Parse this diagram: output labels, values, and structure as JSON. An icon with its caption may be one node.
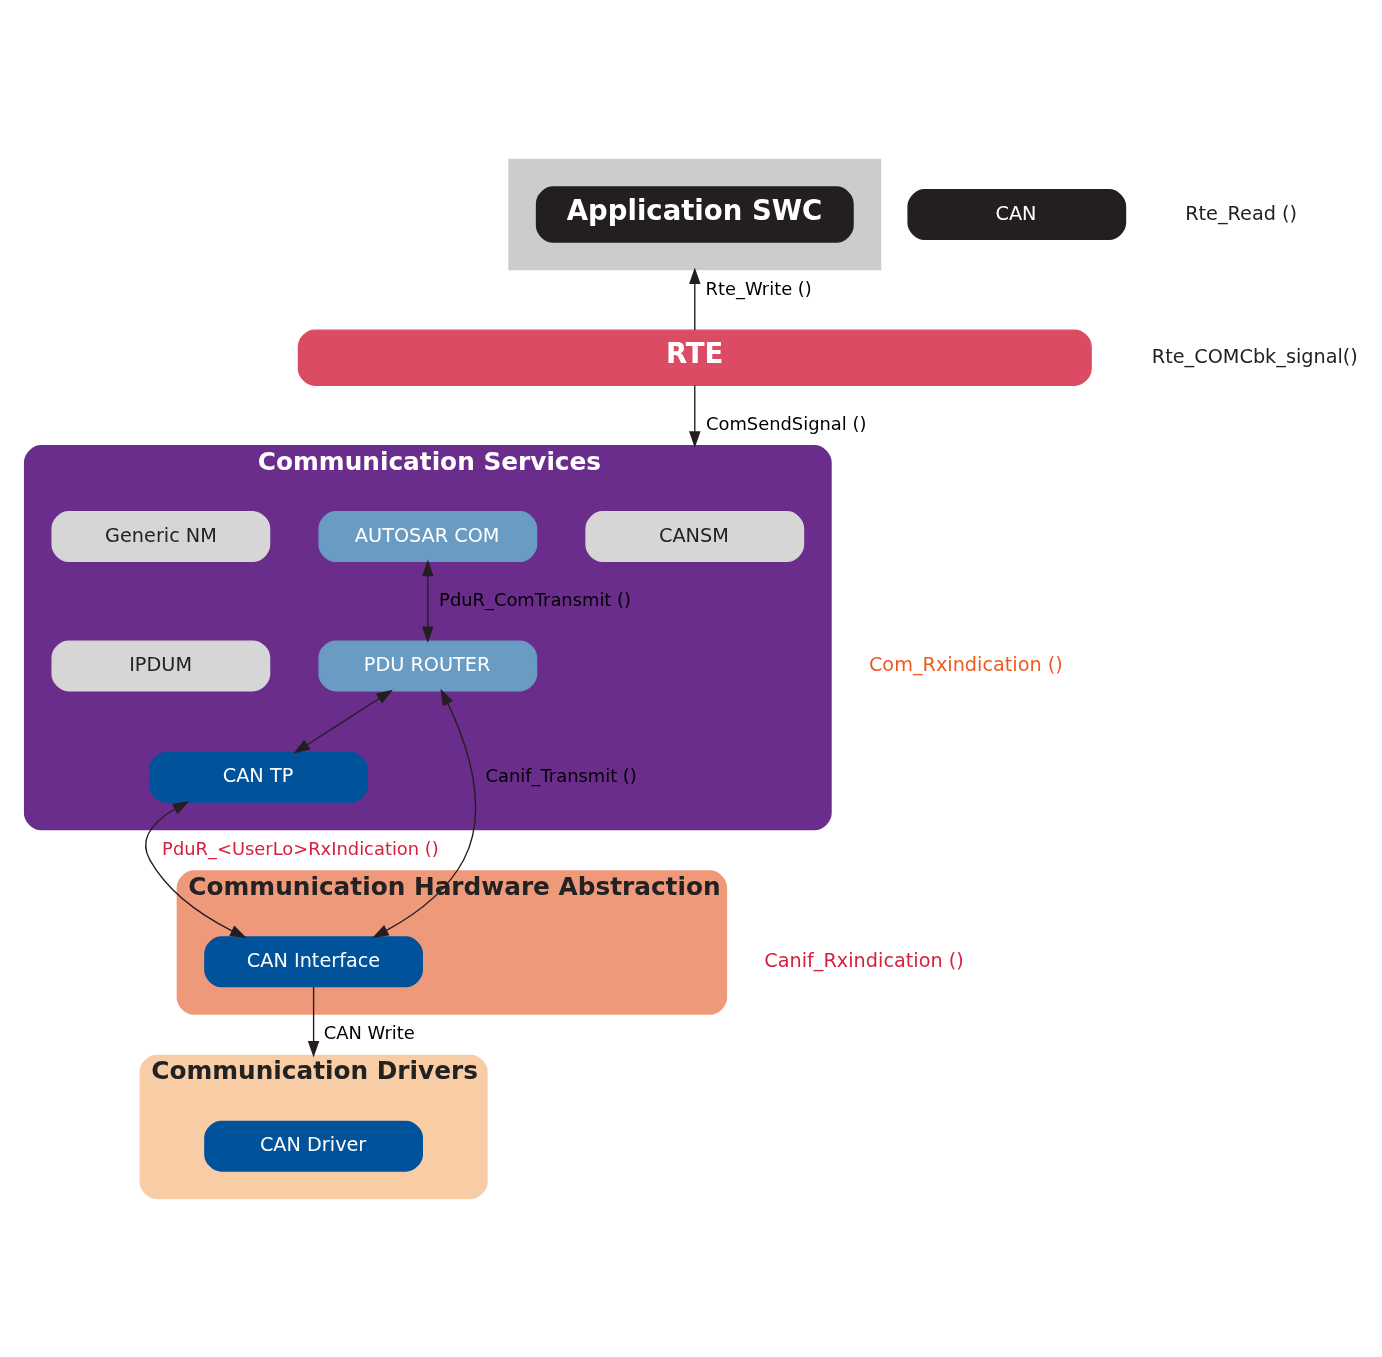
{
  "diagram": {
    "nodes": [
      {
        "text": [],
        "shape": "band"
      },
      {
        "text": [
          "Application SWC"
        ],
        "in": 0
      },
      {
        "text": [
          "RTE"
        ]
      },
      {
        "text": [
          "Communication Services"
        ]
      },
      {
        "text": [
          "CANSM"
        ],
        "in": 3
      },
      {
        "text": [
          "AUTOSAR COM"
        ],
        "in": 3
      },
      {
        "text": [
          "Generic NM"
        ],
        "in": 3
      },
      {
        "text": [
          "IPDUM"
        ],
        "in": 3
      },
      {
        "text": [
          "PDU ROUTER"
        ],
        "in": 3
      },
      {
        "text": [
          "CAN TP"
        ],
        "in": 3
      },
      {
        "text": [
          "Communication Hardware Abstraction"
        ]
      },
      {
        "text": [
          "CAN Interface"
        ],
        "in": 10
      },
      {
        "text": [
          "Communication Drivers"
        ]
      },
      {
        "text": [
          "CAN Driver"
        ],
        "in": 12
      },
      {
        "text": [
          "CAN"
        ]
      }
    ],
    "edges": [
      {
        "from": 2,
        "to": 0,
        "arrow": "to",
        "label": "Rte_Write ()"
      },
      {
        "from": 2,
        "to": 3,
        "arrow": "to",
        "label": "ComSendSignal ()"
      },
      {
        "from": 5,
        "to": 8,
        "arrow": "both",
        "label": "PduR_ComTransmit ()"
      },
      {
        "from": 8,
        "to": 9,
        "arrow": "both"
      },
      {
        "from": 8,
        "to": 11,
        "arrow": "both",
        "label": "Canif_Transmit ()"
      },
      {
        "from": 9,
        "to": 11,
        "arrow": "both",
        "label": "PduR_<UserLo>RxIndication ()"
      },
      {
        "from": 11,
        "to": 12,
        "arrow": "to",
        "label": "CAN Write"
      }
    ],
    "labels": [
      "Rte_Read ()",
      "Rte_COMCbk_signal()",
      "Com_Rxindication ()",
      "Canif_Rxindication ()"
    ]
  }
}
